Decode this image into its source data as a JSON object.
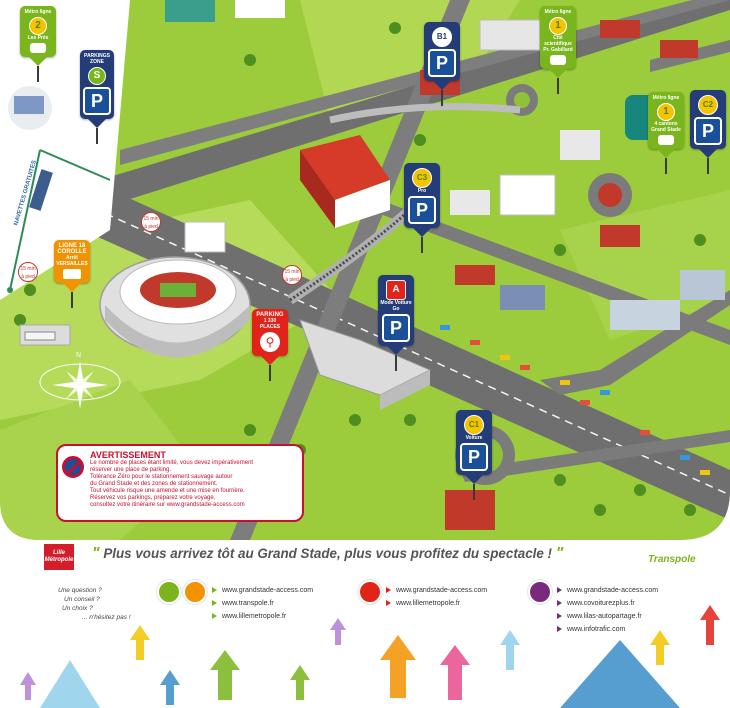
{
  "pins": {
    "metro_2": {
      "top": "Métro ligne",
      "number": "2",
      "sub": "Les Prés"
    },
    "parking_zone_s": {
      "top": "PARKINGS",
      "mid": "ZONE",
      "zone": "S",
      "letter": "P"
    },
    "b1": {
      "code": "B1",
      "letter": "P"
    },
    "metro_1_cite": {
      "top": "Métro ligne",
      "number": "1",
      "sub": "Cité scientifique Pr. Gabillard"
    },
    "metro_1_4cantons": {
      "top": "Métro ligne",
      "number": "1",
      "sub": "4 cantons Grand Stade"
    },
    "c2": {
      "code": "C2",
      "letter": "P"
    },
    "c3": {
      "code": "C3",
      "sub": "Pro",
      "letter": "P"
    },
    "a": {
      "code": "A",
      "sub": "Mode Voiture Go",
      "letter": "P"
    },
    "c1": {
      "code": "C1",
      "sub": "Voiture",
      "letter": "P"
    },
    "ligne18": {
      "line1": "LIGNE 18",
      "line2": "COROLLE",
      "line3": "Arrêt",
      "line4": "VERSAILLES"
    },
    "parking_velo": {
      "line1": "PARKING",
      "line2": "1 330 PLACES"
    }
  },
  "map_labels": {
    "navettes": "NAVETTES GRATUITES",
    "dist_left": "15 min",
    "dist_left_sub": "à pied",
    "dist_mid": "15 min",
    "dist_mid_sub": "à pied",
    "dist_center": "15 min",
    "dist_center_sub": "à pied",
    "compass_n": "N"
  },
  "warning": {
    "title": "AVERTISSEMENT",
    "lines": [
      "Le nombre de places étant limité, vous devez impérativement",
      "réserver une place de parking.",
      "Tolérance Zéro pour le stationnement sauvage autour",
      "du Grand Stade et des zones de stationnement.",
      "Tout véhicule risque une amende et une mise en fourrière.",
      "Réservez vos parkings, préparez votre voyage,",
      "consultez votre itinéraire sur www.grandstade-access.com"
    ]
  },
  "footer": {
    "logo_left_1": "Lille",
    "logo_left_2": "Métropole",
    "slogan": "Plus vous arrivez tôt au Grand Stade, plus vous profitez du spectacle !",
    "logo_right": "Transpole",
    "question_lines": [
      "Une question ?",
      "Un conseil ?",
      "Un choix ?",
      "... n'hésitez pas !"
    ],
    "group1": [
      "www.grandstade-access.com",
      "www.transpole.fr",
      "www.lillemetropole.fr"
    ],
    "group2": [
      "www.grandstade-access.com",
      "www.lillemetropole.fr"
    ],
    "group3": [
      "www.grandstade-access.com",
      "www.covoiturezplus.fr",
      "www.lilas-autopartage.fr",
      "www.infotrafic.com"
    ]
  },
  "colors": {
    "grass": "#9ccc3c",
    "road": "#6f6f6f",
    "navy": "#243d78",
    "metro_green": "#7ab51d",
    "bus_orange": "#f39200",
    "bike_red": "#e2231a",
    "car_purple": "#7a2a7a"
  }
}
